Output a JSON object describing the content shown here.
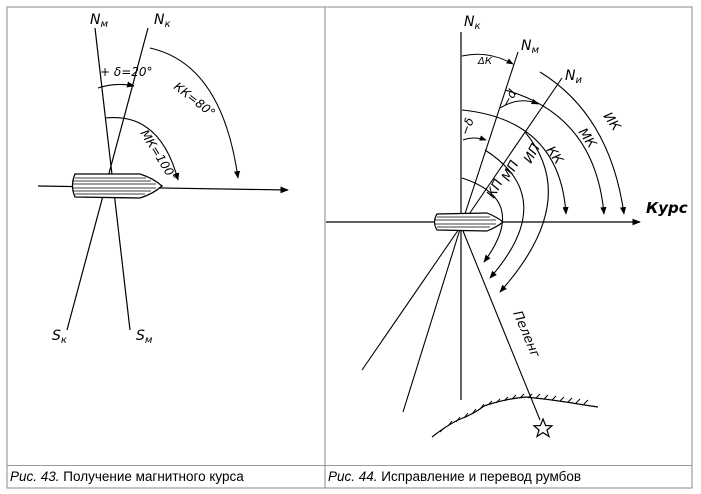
{
  "fig43": {
    "caption_num": "Рис. 43.",
    "caption_text": " Получение магнитного курса",
    "labels": {
      "n_m": "N",
      "n_m_sub": "м",
      "n_k": "N",
      "n_k_sub": "к",
      "s_k": "S",
      "s_k_sub": "к",
      "s_m": "S",
      "s_m_sub": "м",
      "delta": "+ δ=20°",
      "kk": "КК=80°",
      "mk": "МК=100°"
    }
  },
  "fig44": {
    "caption_num": "Рис. 44.",
    "caption_text": " Исправление и перевод румбов",
    "labels": {
      "n_k": "N",
      "n_k_sub": "к",
      "n_m": "N",
      "n_m_sub": "м",
      "n_i": "N",
      "n_i_sub": "и",
      "dk": "ΔК",
      "minus_d": "−d",
      "minus_delta": "−δ",
      "ik": "ИК",
      "mk": "МК",
      "kk": "КК",
      "ip": "ИП",
      "mp": "МП",
      "kp": "КП",
      "kurs": "Курс",
      "peleng": "Пеленг"
    }
  }
}
